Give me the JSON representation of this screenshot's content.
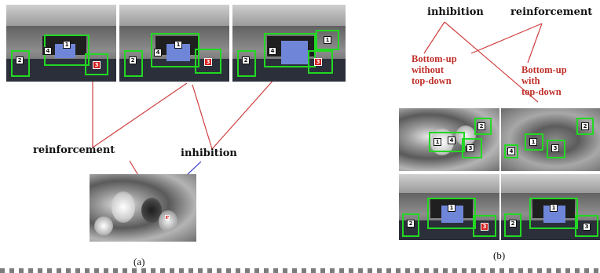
{
  "panel_a": {
    "labels": {
      "reinforcement": "reinforcement",
      "inhibition": "inhibition"
    },
    "caption": "(a)"
  },
  "panel_b": {
    "labels": {
      "inhibition": "inhibition",
      "reinforcement": "reinforcement"
    },
    "annotations": {
      "without_top_down": "Bottom-up\nwithout\ntop-down",
      "with_top_down": "Bottom-up\nwith\ntop-down"
    },
    "caption": "(b)"
  },
  "colors": {
    "detection_box": "#22d822",
    "connector_line": "#d04040",
    "inhibition_line": "#3a3ad0",
    "annotation_text": "#c0302a"
  },
  "markers": [
    "1",
    "2",
    "3",
    "4"
  ]
}
